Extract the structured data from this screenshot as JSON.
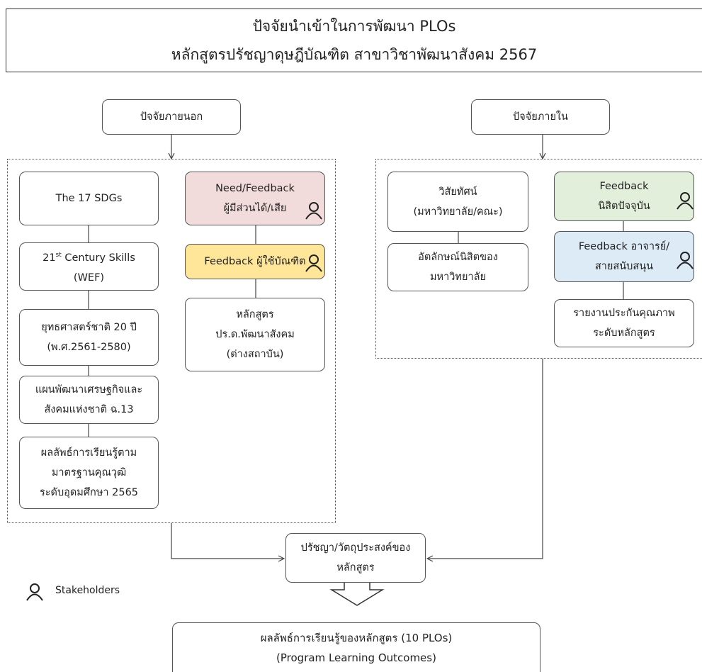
{
  "title": {
    "line1": "ปัจจัยนำเข้าในการพัฒนา PLOs",
    "line2": "หลักสูตรปรัชญาดุษฎีบัณฑิต สาขาวิชาพัฒนาสังคม 2567"
  },
  "external": {
    "header": "ปัจจัยภายนอก",
    "sdgs": "The 17 SDGs",
    "skills": {
      "num": "21",
      "sup": "st",
      "rest": " Century Skills",
      "line2": "(WEF)"
    },
    "strategy": {
      "line1": "ยุทธศาสตร์ชาติ 20 ปี",
      "line2": "(พ.ศ.2561-2580)"
    },
    "plan": {
      "line1": "แผนพัฒนาเศรษฐกิจและ",
      "line2": "สังคมแห่งชาติ ฉ.13"
    },
    "outcomes": {
      "line1": "ผลลัพธ์การเรียนรู้ตาม",
      "line2": "มาตรฐานคุณวุฒิ",
      "line3": "ระดับอุดมศึกษา 2565"
    },
    "need": {
      "line1": "Need/Feedback",
      "line2": "ผู้มีส่วนได้/เสีย"
    },
    "feedback_users": "Feedback ผู้ใช้บัณฑิต",
    "curriculum": {
      "line1": "หลักสูตร",
      "line2": "ปร.ด.พัฒนาสังคม",
      "line3": "(ต่างสถาบัน)"
    }
  },
  "internal": {
    "header": "ปัจจัยภายใน",
    "vision": {
      "line1": "วิสัยทัศน์",
      "line2": "(มหาวิทยาลัย/คณะ)"
    },
    "identity": {
      "line1": "อัตลักษณ์นิสิตของ",
      "line2": "มหาวิทยาลัย"
    },
    "feedback_students": {
      "line1": "Feedback",
      "line2": "นิสิตปัจจุบัน"
    },
    "feedback_staff": {
      "line1": "Feedback อาจารย์/",
      "line2": "สายสนับสนุน"
    },
    "qa_report": {
      "line1": "รายงานประกันคุณภาพ",
      "line2": "ระดับหลักสูตร"
    }
  },
  "philosophy": {
    "line1": "ปรัชญา/วัตถุประสงค์ของ",
    "line2": "หลักสูตร"
  },
  "legend": {
    "label": "Stakeholders",
    "icon": "person-icon"
  },
  "plo": {
    "line1": "ผลลัพธ์การเรียนรู้ของหลักสูตร (10 PLOs)",
    "line2": "(Program Learning Outcomes)"
  },
  "colors": {
    "need_fill": "#f2dcdb",
    "feedback_users_fill": "#ffe699",
    "feedback_students_fill": "#e2efda",
    "feedback_staff_fill": "#ddebf7"
  }
}
